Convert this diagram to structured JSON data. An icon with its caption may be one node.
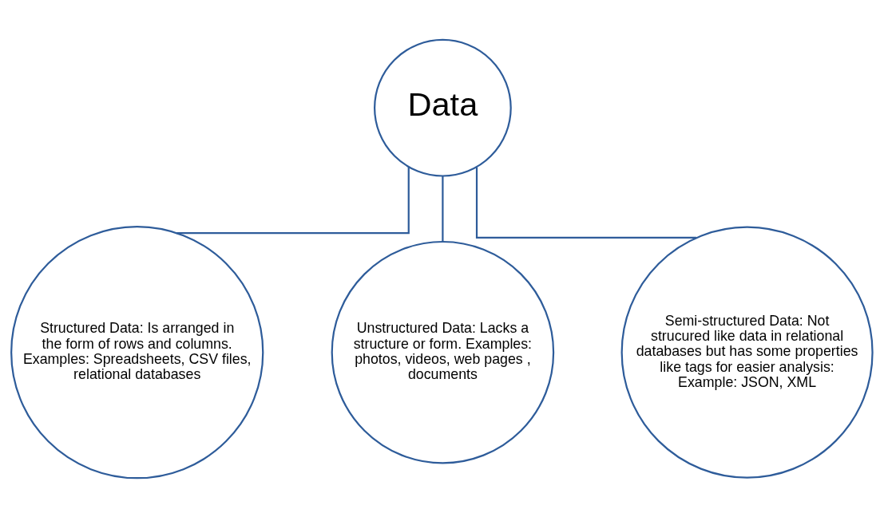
{
  "diagram": {
    "nodes": [
      {
        "text": [
          "Data"
        ]
      },
      {
        "text": [
          "Structured Data: Is arranged in the form of rows and columns. Examples: Spreadsheets, CSV files, relational databases"
        ]
      },
      {
        "text": [
          "Unstructured Data: Lacks a structure or form. Examples: photos, videos, web pages , documents"
        ]
      },
      {
        "text": [
          "Semi-structured Data: Not strucured like data in relational databases but has some properties like tags for easier analysis: Example: JSON, XML"
        ]
      }
    ],
    "edges": [
      {
        "from": 0,
        "to": 1,
        "arrow": "none"
      },
      {
        "from": 0,
        "to": 2,
        "arrow": "none"
      },
      {
        "from": 0,
        "to": 3,
        "arrow": "none"
      }
    ]
  }
}
